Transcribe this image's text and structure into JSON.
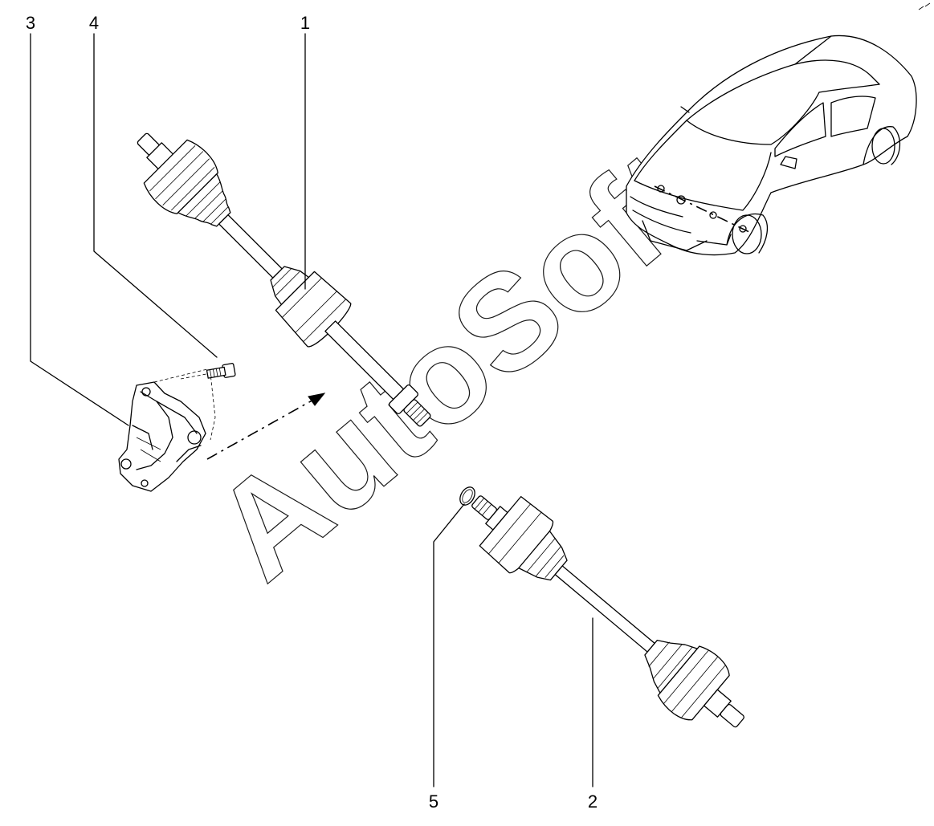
{
  "callouts": [
    {
      "id": "1",
      "label": "1"
    },
    {
      "id": "2",
      "label": "2"
    },
    {
      "id": "3",
      "label": "3"
    },
    {
      "id": "4",
      "label": "4"
    },
    {
      "id": "5",
      "label": "5"
    }
  ],
  "watermark": {
    "text": "AutoSoft"
  },
  "parts": [
    {
      "callout": "1",
      "icon": "drive-shaft-left-icon"
    },
    {
      "callout": "2",
      "icon": "drive-shaft-right-icon"
    },
    {
      "callout": "3",
      "icon": "bearing-bracket-icon"
    },
    {
      "callout": "4",
      "icon": "bolt-icon"
    },
    {
      "callout": "5",
      "icon": "retaining-ring-icon"
    }
  ],
  "inset": {
    "icon": "car-sedan-icon"
  },
  "colors": {
    "line": "#000000",
    "background": "#ffffff"
  }
}
